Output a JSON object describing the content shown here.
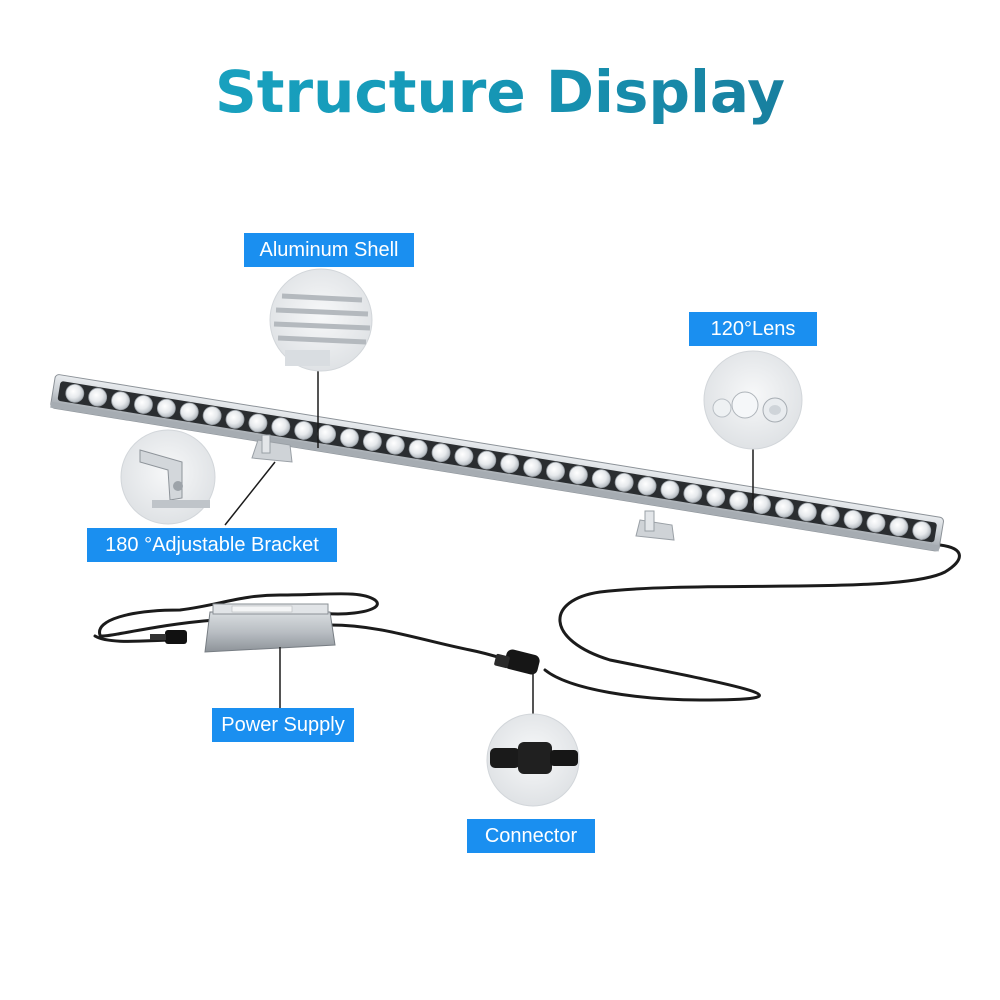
{
  "title": "Structure Display",
  "labels": {
    "aluminum_shell": "Aluminum Shell",
    "lens": "120°Lens",
    "bracket": "180 °Adjustable Bracket",
    "power_supply": "Power Supply",
    "connector": "Connector"
  },
  "led_count": 38,
  "colors": {
    "title_start": "#1aa8c4",
    "title_end": "#1a6f8f",
    "label_bg": "#1a8ff0",
    "label_text": "#ffffff"
  }
}
